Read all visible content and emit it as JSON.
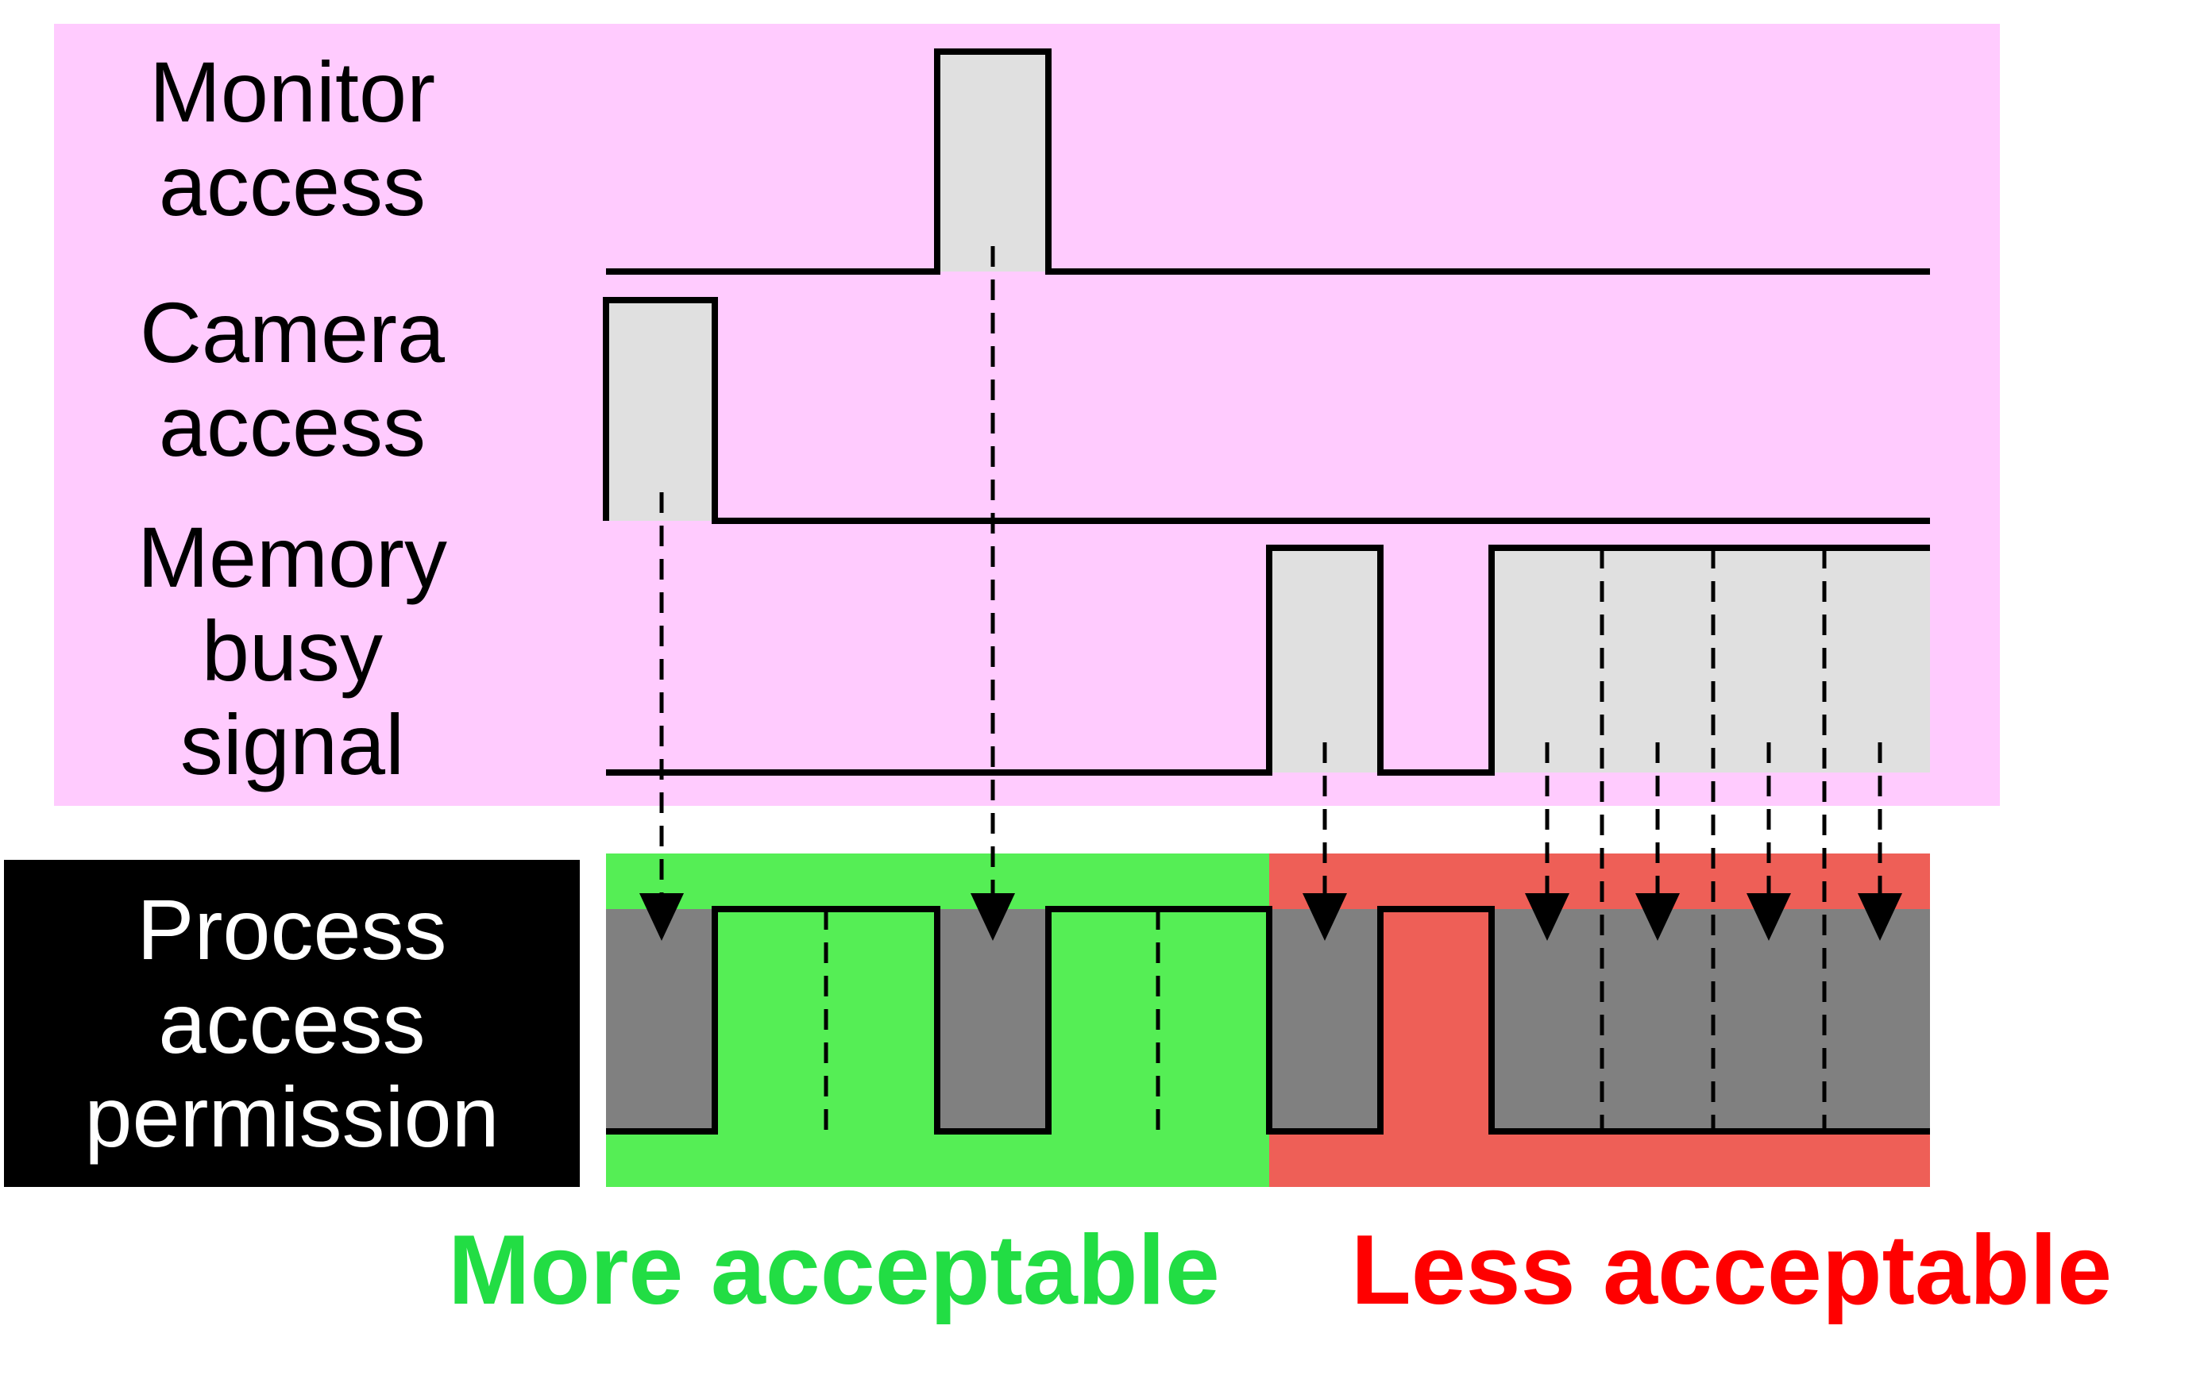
{
  "labels": {
    "monitor_access": [
      "Monitor",
      "access"
    ],
    "camera_access": [
      "Camera",
      "access"
    ],
    "memory_busy": [
      "Memory",
      "busy",
      "signal"
    ],
    "process_permission": [
      "Process",
      "access",
      "permission"
    ]
  },
  "verdicts": {
    "more": "More acceptable",
    "less": "Less acceptable"
  },
  "colors": {
    "signal_background": "#ffcbfe",
    "label_box": "#000000",
    "more_zone": "#55ee55",
    "less_zone": "#ee5f57",
    "more_text": "#22dd44",
    "less_text": "#ff0000",
    "pulse_fill_light": "#e0e0e0",
    "pulse_fill_dark": "#808080",
    "line": "#000000"
  }
}
